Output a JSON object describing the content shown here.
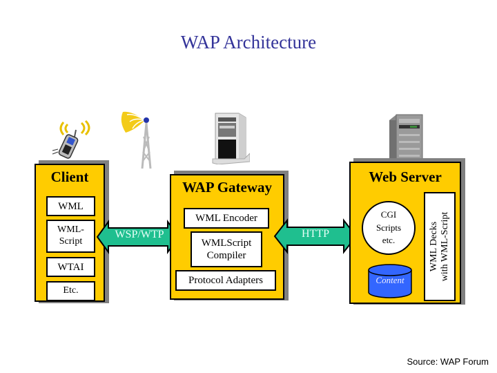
{
  "title": "WAP Architecture",
  "colors": {
    "box_fill": "#ffcc00",
    "shadow": "#808080",
    "arrow_fill": "#1fbf8f",
    "title_text": "#333399",
    "database_fill": "#3366ff"
  },
  "client": {
    "label": "Client",
    "icon": "mobile-phone-icon",
    "items": [
      "WML",
      "WML-Script",
      "WTAI",
      "Etc."
    ]
  },
  "tower": {
    "icon": "antenna-tower-icon"
  },
  "gateway": {
    "label": "WAP Gateway",
    "icon": "server-tower-icon",
    "items": [
      "WML Encoder",
      "WMLScript Compiler",
      "Protocol Adapters"
    ]
  },
  "web_server": {
    "label": "Web Server",
    "icon": "server-tower-icon",
    "cgi": "CGI Scripts etc.",
    "cgi_lines": [
      "CGI",
      "Scripts",
      "etc."
    ],
    "content": "Content",
    "decks_lines": [
      "WML Decks",
      "with WML-Script"
    ]
  },
  "arrows": {
    "client_gateway": "WSP/WTP",
    "gateway_server": "HTTP"
  },
  "source": "Source: WAP Forum"
}
